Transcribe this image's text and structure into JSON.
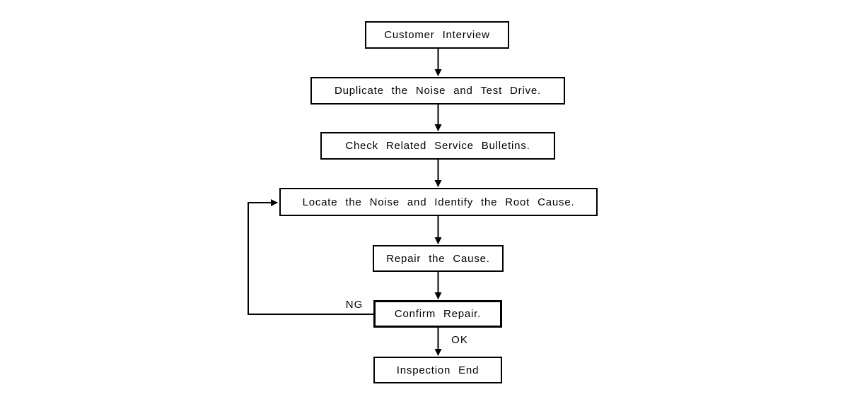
{
  "flowchart": {
    "nodes": [
      {
        "id": "customer-interview",
        "label": "Customer Interview"
      },
      {
        "id": "duplicate-noise-test-drive",
        "label": "Duplicate the Noise and Test Drive."
      },
      {
        "id": "check-service-bulletins",
        "label": "Check Related Service Bulletins."
      },
      {
        "id": "locate-noise-root-cause",
        "label": "Locate the Noise and Identify the Root Cause."
      },
      {
        "id": "repair-cause",
        "label": "Repair the Cause."
      },
      {
        "id": "confirm-repair",
        "label": "Confirm Repair."
      },
      {
        "id": "inspection-end",
        "label": "Inspection End"
      }
    ],
    "edge_labels": {
      "ng": "NG",
      "ok": "OK"
    },
    "colors": {
      "stroke": "#000000",
      "background": "#ffffff"
    }
  }
}
